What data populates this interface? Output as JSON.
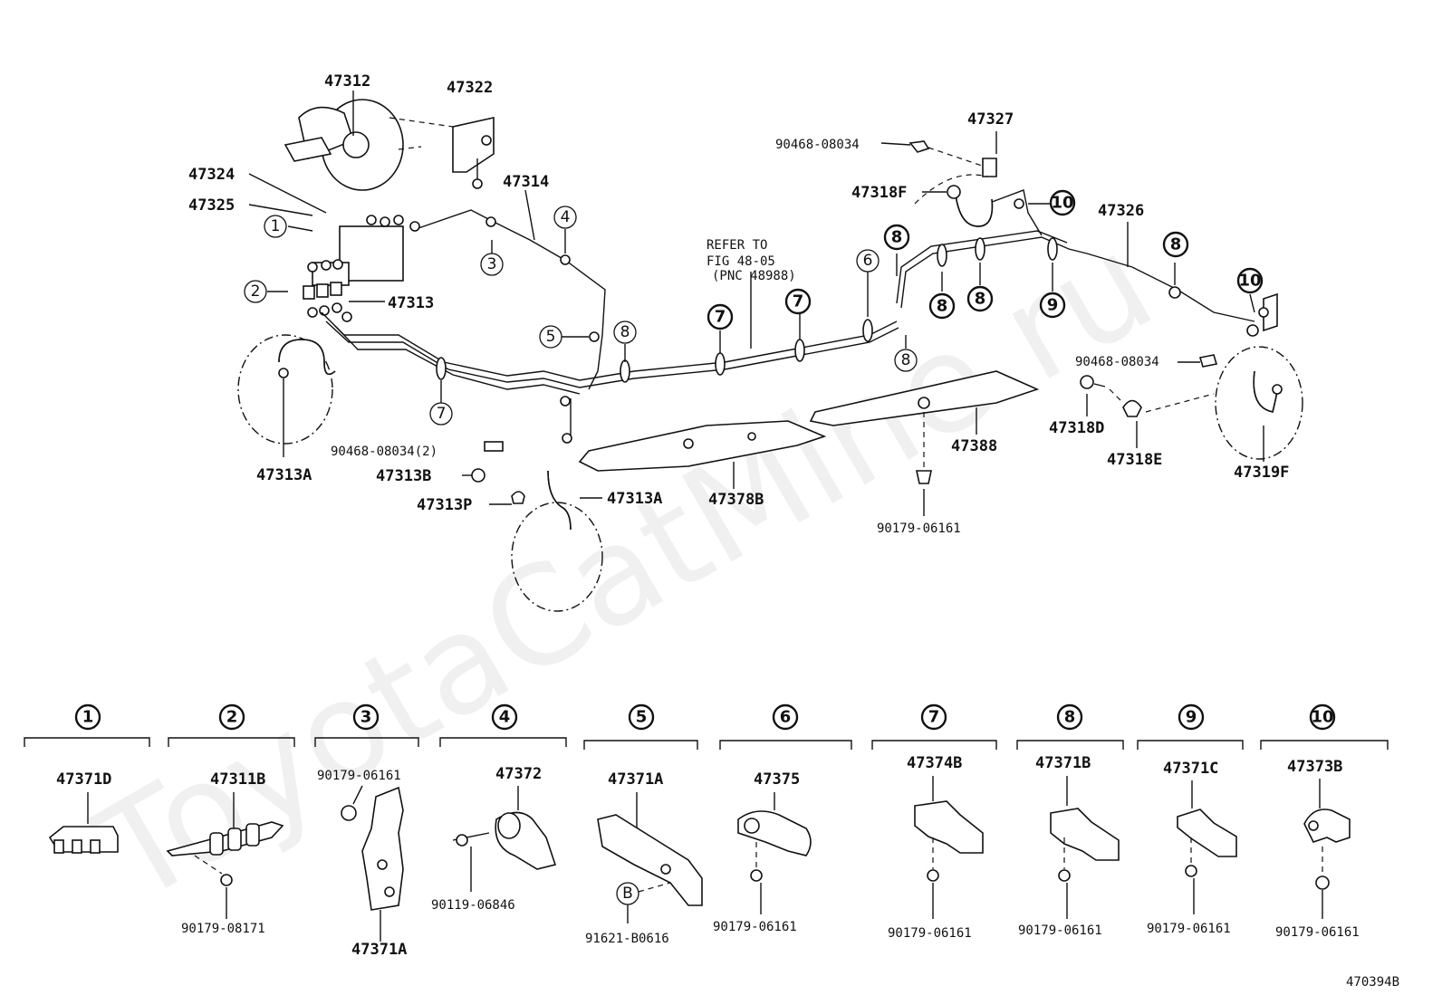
{
  "watermark": "ToyotaCatMine.ru",
  "figure_id": "470394B",
  "refer_note": {
    "line1": "REFER TO",
    "line2": "FIG 48-05",
    "line3": "(PNC 48988)"
  },
  "labels": {
    "p47312": "47312",
    "p47322": "47322",
    "p47324": "47324",
    "p47325": "47325",
    "p47314": "47314",
    "p47313": "47313",
    "p47313A_left": "47313A",
    "p47313A_mid": "47313A",
    "p90468_2": "90468-08034(2)",
    "p47313B": "47313B",
    "p47313P": "47313P",
    "p47378B": "47378B",
    "p47388": "47388",
    "p90179_mid": "90179-06161",
    "p47327": "47327",
    "p90468_top": "90468-08034",
    "p47318F": "47318F",
    "p47326": "47326",
    "p90468_right": "90468-08034",
    "p47318D": "47318D",
    "p47318E": "47318E",
    "p47319F": "47319F"
  },
  "callouts": {
    "c1": "1",
    "c2": "2",
    "c3": "3",
    "c4": "4",
    "c5": "5",
    "c6": "6",
    "c7": "7",
    "c8": "8",
    "c9": "9",
    "c10": "10",
    "cB": "B"
  },
  "groups": [
    {
      "num": "1",
      "part": "47371D",
      "sub": ""
    },
    {
      "num": "2",
      "part": "47311B",
      "sub": "90179-08171"
    },
    {
      "num": "3",
      "part": "47371A",
      "sub": "90179-06161"
    },
    {
      "num": "4",
      "part": "47372",
      "sub": "90119-06846"
    },
    {
      "num": "5",
      "part": "47371A",
      "sub": "91621-B0616"
    },
    {
      "num": "6",
      "part": "47375",
      "sub": "90179-06161"
    },
    {
      "num": "7",
      "part": "47374B",
      "sub": "90179-06161"
    },
    {
      "num": "8",
      "part": "47371B",
      "sub": "90179-06161"
    },
    {
      "num": "9",
      "part": "47371C",
      "sub": "90179-06161"
    },
    {
      "num": "10",
      "part": "47373B",
      "sub": "90179-06161"
    }
  ]
}
